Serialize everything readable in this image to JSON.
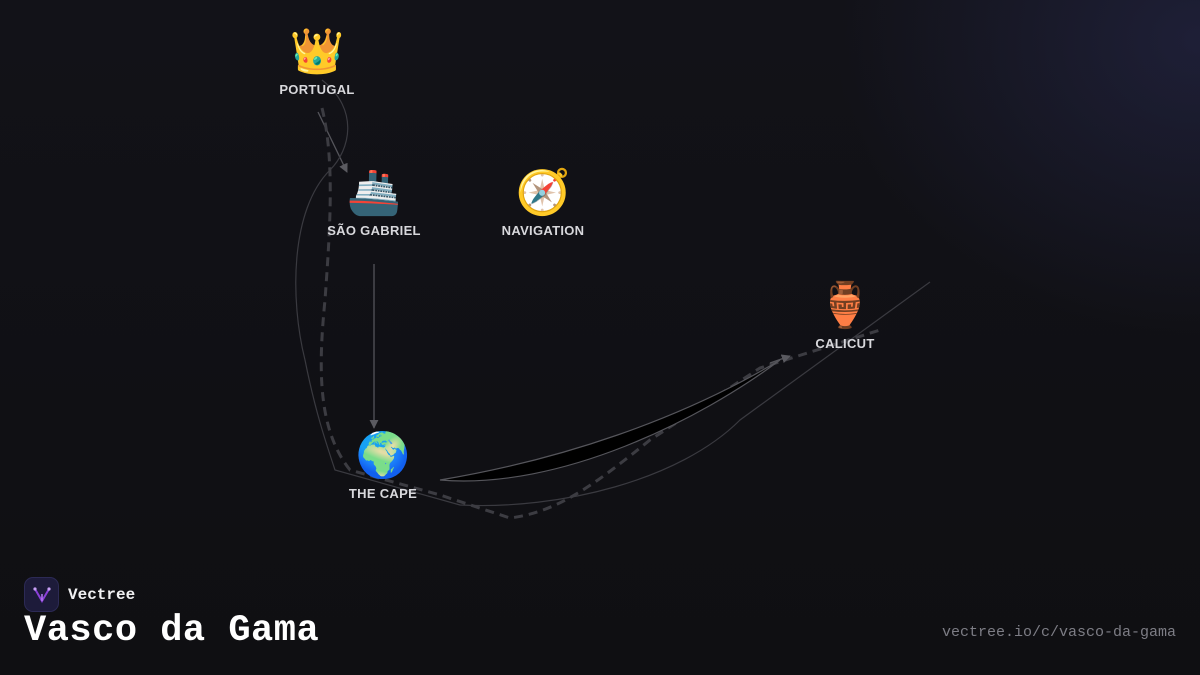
{
  "nodes": {
    "portugal": {
      "label": "PORTUGAL",
      "icon": "crown-icon",
      "emoji": "👑"
    },
    "sao_gabriel": {
      "label": "SÃO GABRIEL",
      "icon": "ship-icon",
      "emoji": "🚢"
    },
    "navigation": {
      "label": "NAVIGATION",
      "icon": "compass-icon",
      "emoji": "🧭"
    },
    "the_cape": {
      "label": "THE CAPE",
      "icon": "globe-icon",
      "emoji": "🌍"
    },
    "calicut": {
      "label": "CALICUT",
      "icon": "amphora-icon",
      "emoji": "🏺"
    }
  },
  "brand": {
    "name": "Vectree",
    "logo_icon": "vectree-logo-icon"
  },
  "title": "Vasco da Gama",
  "url": "vectree.io/c/vasco-da-gama",
  "colors": {
    "background": "#111114",
    "edge": "#5a5a60",
    "text": "#d8d8dc",
    "accent": "#8a3fd8"
  }
}
